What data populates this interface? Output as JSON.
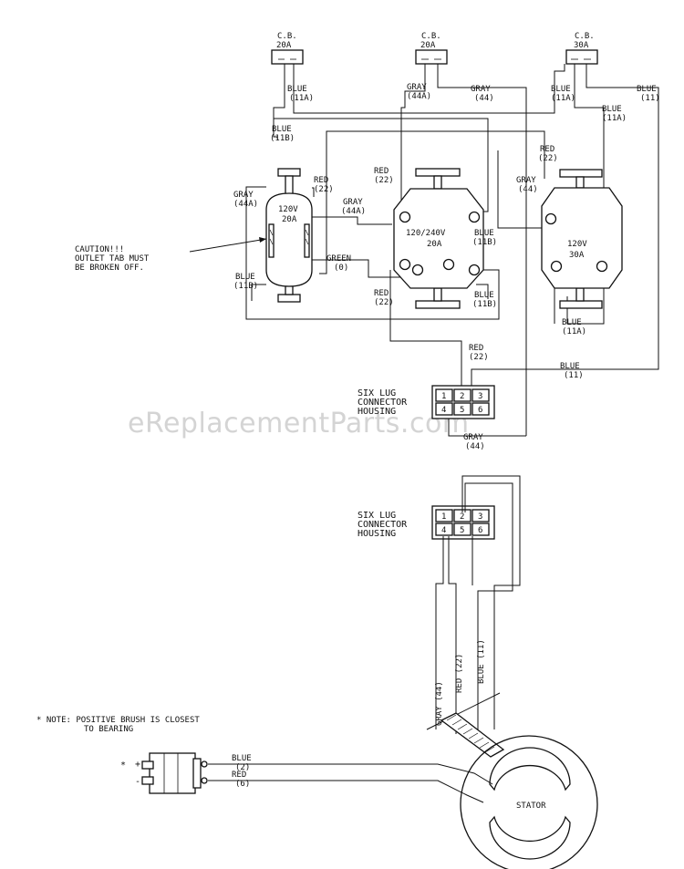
{
  "watermark": "eReplacementParts.com",
  "breakers": [
    {
      "label": "C.B.",
      "rating": "20A"
    },
    {
      "label": "C.B.",
      "rating": "20A"
    },
    {
      "label": "C.B.",
      "rating": "30A"
    }
  ],
  "outlets": {
    "duplex": {
      "voltage": "120V",
      "amps": "20A"
    },
    "twist_20": {
      "voltage": "120/240V",
      "amps": "20A"
    },
    "twist_30": {
      "voltage": "120V",
      "amps": "30A"
    }
  },
  "caution": [
    "CAUTION!!!",
    "OUTLET TAB MUST",
    "BE BROKEN OFF."
  ],
  "wire_labels": {
    "blue_11a_cb1": [
      "BLUE",
      "(11A)"
    ],
    "gray_44a_cb2": [
      "GRAY",
      "(44A)"
    ],
    "gray_44_cb2": [
      "GRAY",
      "(44)"
    ],
    "blue_11a_cb3": [
      "BLUE",
      "(11A)"
    ],
    "blue_11_cb3": [
      "BLUE",
      "(11)"
    ],
    "blue_11b_top": [
      "BLUE",
      "(11B)"
    ],
    "blue_11a_right": [
      "BLUE",
      "(11A)"
    ],
    "red_22_right": [
      "RED",
      "(22)"
    ],
    "gray_44_mid": [
      "GRAY",
      "(44)"
    ],
    "red_22_left": [
      "RED",
      "(22)"
    ],
    "red_22_center": [
      "RED",
      "(22)"
    ],
    "gray_44a_left": [
      "GRAY",
      "(44A)"
    ],
    "gray_44a_mid": [
      "GRAY",
      "(44A)"
    ],
    "blue_11b_center": [
      "BLUE",
      "(11B)"
    ],
    "green_0": [
      "GREEN",
      "(0)"
    ],
    "blue_11b_left": [
      "BLUE",
      "(11B)"
    ],
    "red_22_lower": [
      "RED",
      "(22)"
    ],
    "blue_11b_lower": [
      "BLUE",
      "(11B)"
    ],
    "blue_11a_bottom": [
      "BLUE",
      "(11A)"
    ],
    "red_22_conn": [
      "RED",
      "(22)"
    ],
    "blue_11_conn": [
      "BLUE",
      "(11)"
    ],
    "gray_44_conn": [
      "GRAY",
      "(44)"
    ],
    "blue_2_brush": [
      "BLUE",
      "(2)"
    ],
    "red_6_brush": [
      "RED",
      "(6)"
    ]
  },
  "connector_top": {
    "label": [
      "SIX LUG",
      "CONNECTOR",
      "HOUSING"
    ],
    "pins": [
      "1",
      "2",
      "3",
      "4",
      "5",
      "6"
    ]
  },
  "connector_bottom": {
    "label": [
      "SIX LUG",
      "CONNECTOR",
      "HOUSING"
    ],
    "pins": [
      "1",
      "2",
      "3",
      "4",
      "5",
      "6"
    ]
  },
  "stator_leads": [
    "GRAY (44)",
    "RED (22)",
    "BLUE (11)"
  ],
  "stator_label": "STATOR",
  "note": [
    "* NOTE: POSITIVE BRUSH IS CLOSEST",
    "TO BEARING"
  ],
  "brush_marks": {
    "asterisk": "*",
    "plus": "+",
    "minus": "-"
  }
}
